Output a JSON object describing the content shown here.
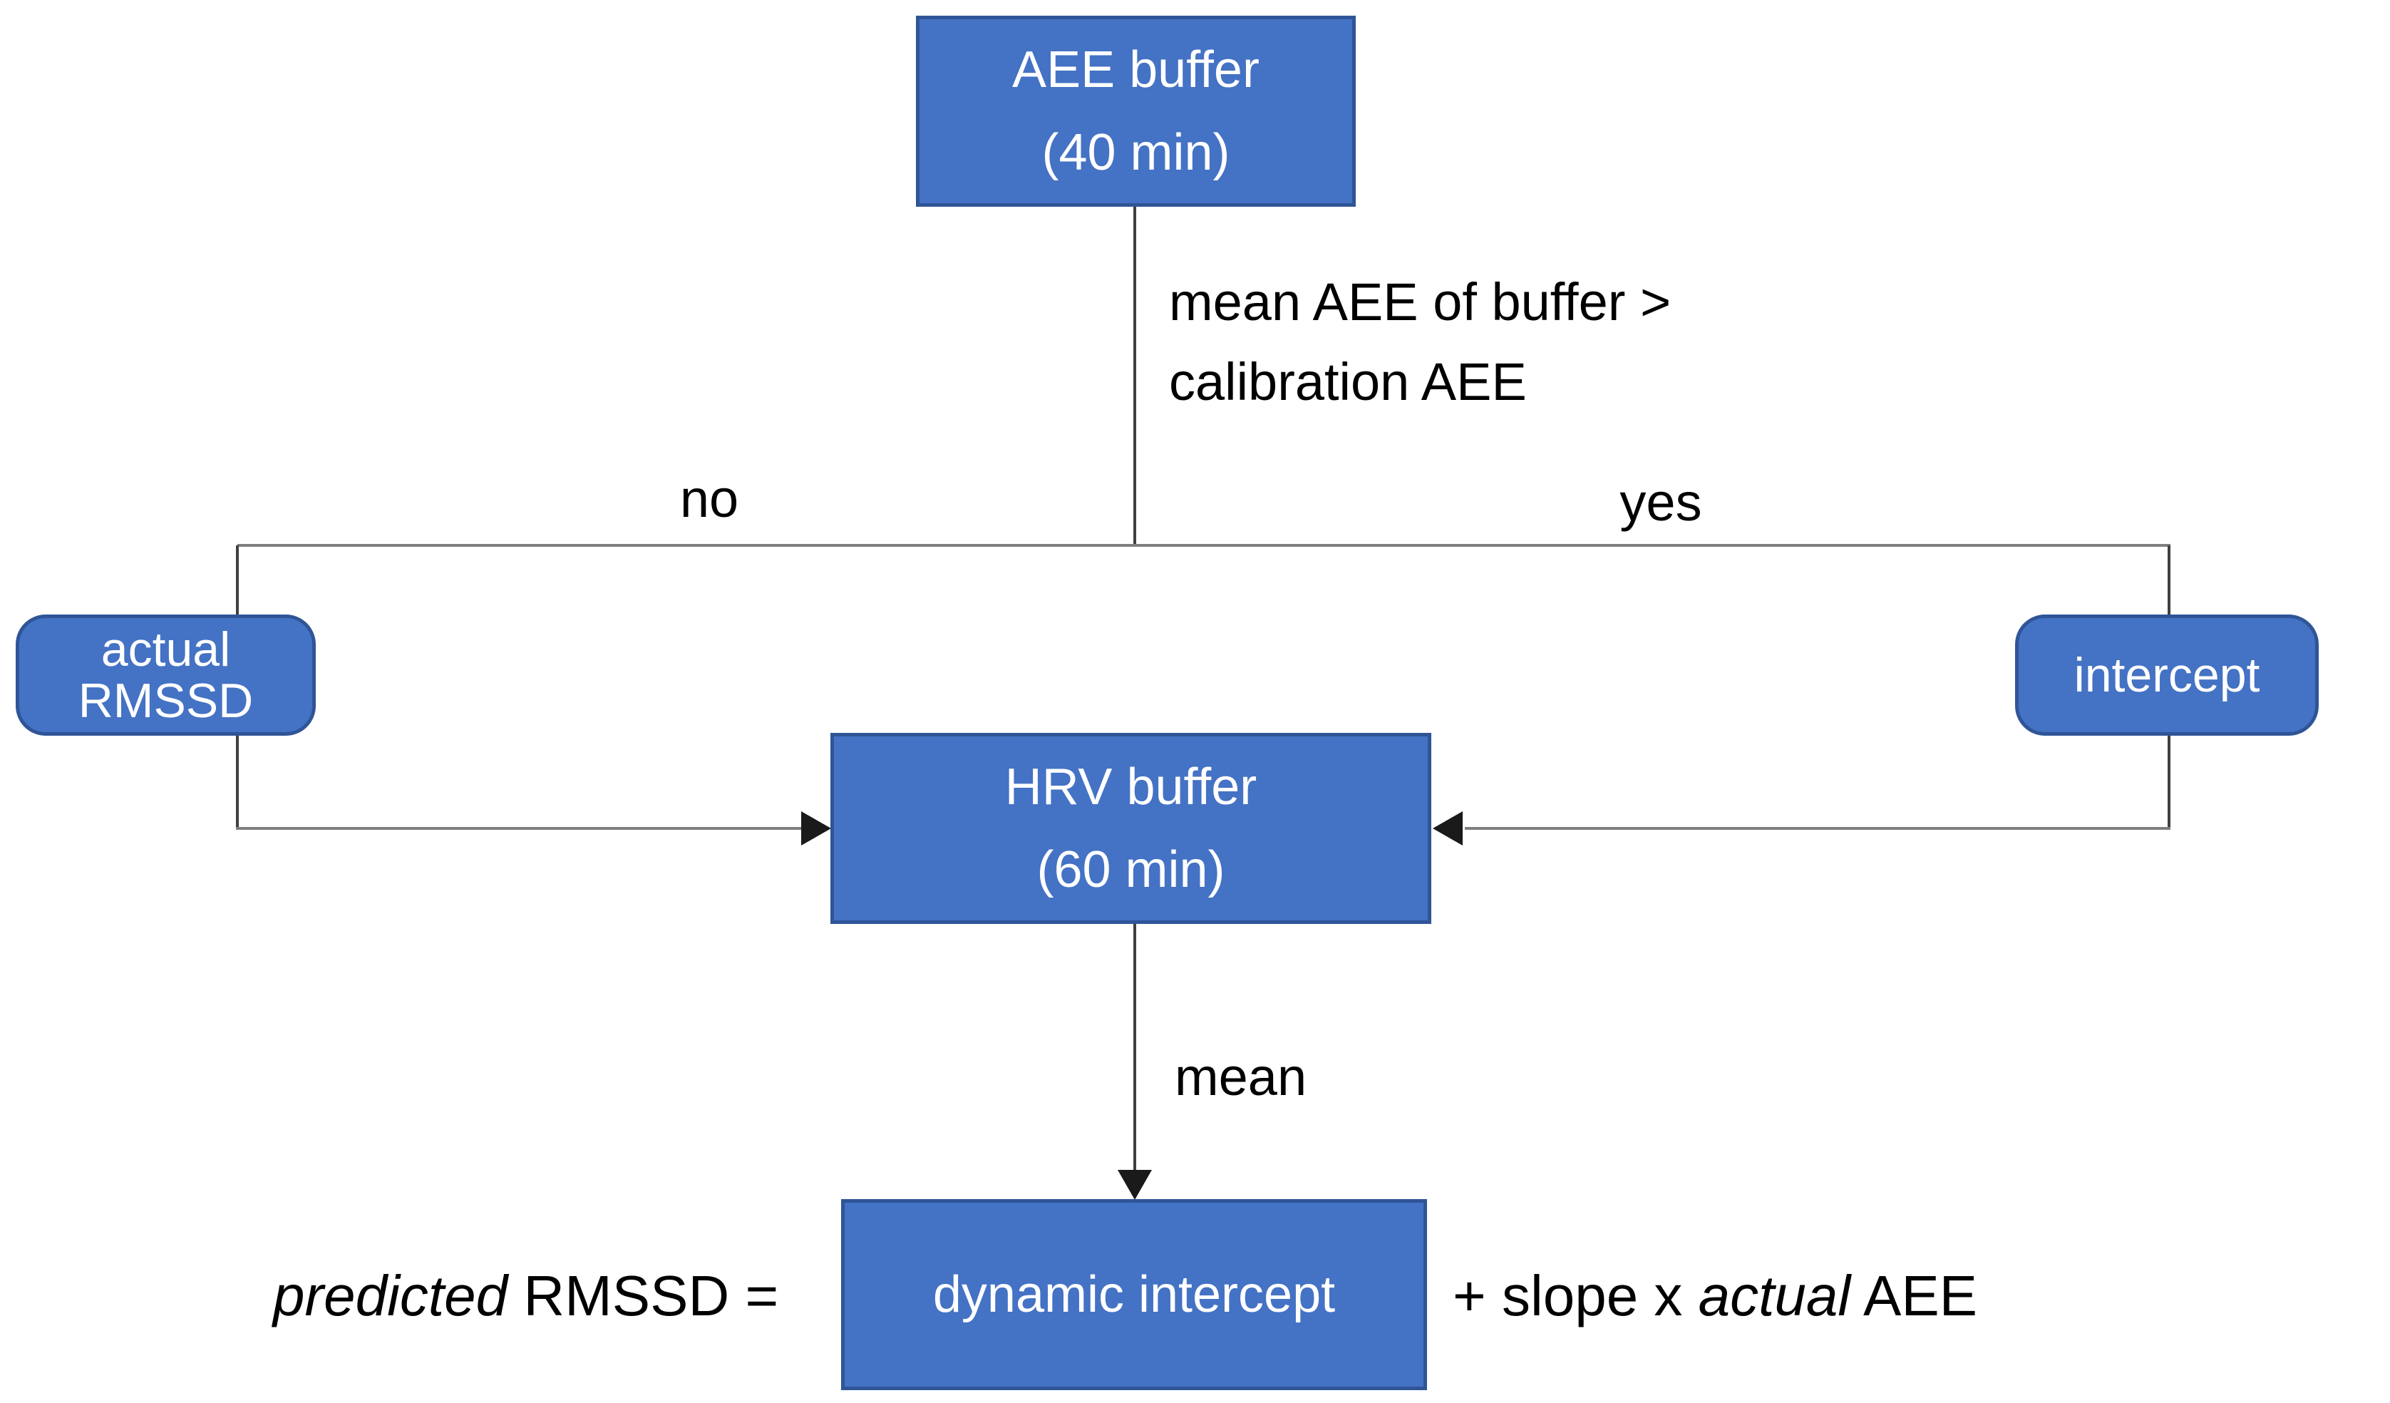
{
  "nodes": {
    "aee_buffer": {
      "line1": "AEE buffer",
      "line2": "(40 min)"
    },
    "actual_rmssd": {
      "label": "actual RMSSD"
    },
    "intercept": {
      "label": "intercept"
    },
    "hrv_buffer": {
      "line1": "HRV buffer",
      "line2": "(60 min)"
    },
    "dynamic_intercept": {
      "label": "dynamic intercept"
    }
  },
  "edge_labels": {
    "condition_line1": "mean AEE of buffer >",
    "condition_line2": "calibration AEE",
    "no": "no",
    "yes": "yes",
    "mean": "mean"
  },
  "formula": {
    "predicted_italic": "predicted",
    "left_rest": " RMSSD =",
    "plus_slope": "+ slope x ",
    "actual_italic": "actual",
    "right_rest": " AEE"
  },
  "colors": {
    "node_fill": "#4472C4",
    "node_border": "#2F5597",
    "connector": "#7F7F7F",
    "connector_dark": "#404040",
    "arrow": "#1A1A1A",
    "text_on_node": "#FFFFFF",
    "text": "#000000",
    "background": "#FFFFFF"
  },
  "flow": {
    "description_edges": [
      {
        "from": "aee_buffer",
        "condition": "mean AEE of buffer > calibration AEE",
        "branch_no": "actual RMSSD",
        "branch_yes": "intercept"
      },
      {
        "from": "actual_rmssd",
        "to": "hrv_buffer"
      },
      {
        "from": "intercept",
        "to": "hrv_buffer"
      },
      {
        "from": "hrv_buffer",
        "to": "dynamic_intercept",
        "label": "mean"
      }
    ]
  }
}
